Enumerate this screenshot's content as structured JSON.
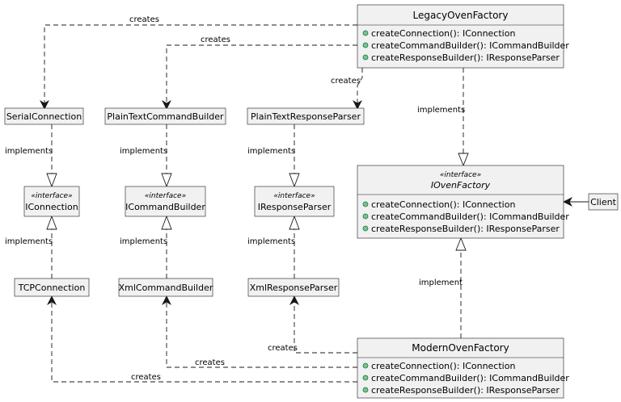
{
  "classes": {
    "legacy_factory": {
      "name": "LegacyOvenFactory",
      "methods": [
        "createConnection(): IConnection",
        "createCommandBuilder(): ICommandBuilder",
        "createResponseBuilder(): IResponseParser"
      ]
    },
    "modern_factory": {
      "name": "ModernOvenFactory",
      "methods": [
        "createConnection(): IConnection",
        "createCommandBuilder(): ICommandBuilder",
        "createResponseBuilder(): IResponseParser"
      ]
    },
    "oven_factory_interface": {
      "stereotype": "«interface»",
      "name": "IOvenFactory",
      "methods": [
        "createConnection(): IConnection",
        "createCommandBuilder(): ICommandBuilder",
        "createResponseBuilder(): IResponseParser"
      ]
    },
    "client": {
      "name": "Client"
    },
    "serial_connection": {
      "name": "SerialConnection"
    },
    "plain_text_command_builder": {
      "name": "PlainTextCommandBuilder"
    },
    "plain_text_response_parser": {
      "name": "PlainTextResponseParser"
    },
    "iconnection": {
      "stereotype": "«interface»",
      "name": "IConnection"
    },
    "icommandbuilder": {
      "stereotype": "«interface»",
      "name": "ICommandBuilder"
    },
    "iresponseparser": {
      "stereotype": "«interface»",
      "name": "IResponseParser"
    },
    "tcp_connection": {
      "name": "TCPConnection"
    },
    "xml_command_builder": {
      "name": "XmlCommandBuilder"
    },
    "xml_response_parser": {
      "name": "XmlResponseParser"
    }
  },
  "relation_labels": {
    "creates": "creates",
    "implements": "implements",
    "implement": "implement"
  },
  "colors": {
    "box_fill": "#f1f1f1",
    "border": "#181818",
    "method_dot": "#84be84"
  }
}
